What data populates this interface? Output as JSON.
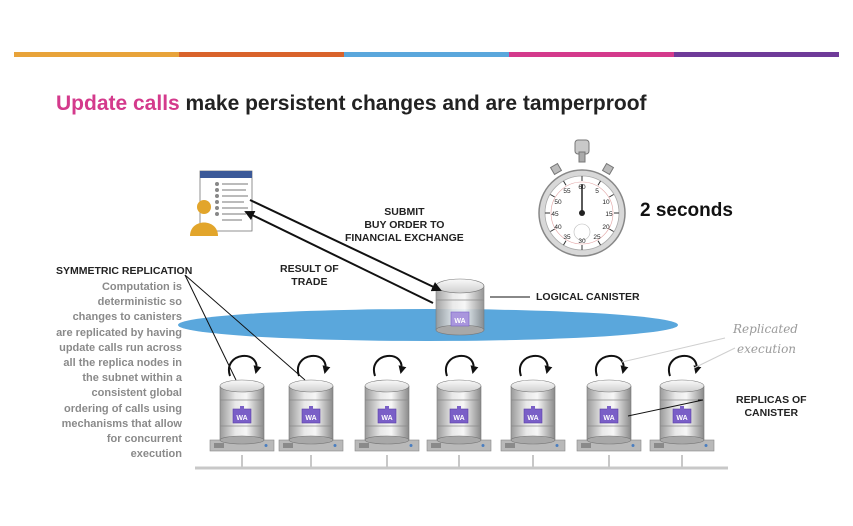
{
  "title": {
    "highlight": "Update calls",
    "rest": " make persistent changes and are tamperproof",
    "highlight_color": "#d43a8c"
  },
  "topbar_colors": [
    "#e8a33a",
    "#d9632b",
    "#5aa7dc",
    "#d43a8c",
    "#6f3b99"
  ],
  "labels": {
    "submit_line1": "SUBMIT",
    "submit_line2": "BUY ORDER TO",
    "submit_line3": "FINANCIAL EXCHANGE",
    "result_line1": "RESULT OF",
    "result_line2": "TRADE",
    "logical_canister": "LOGICAL CANISTER",
    "symmetric_replication": "SYMMETRIC REPLICATION",
    "replicas_line1": "REPLICAS OF",
    "replicas_line2": "CANISTER",
    "replicated_line1": "Replicated",
    "replicated_line2": "execution",
    "two_seconds": "2 seconds"
  },
  "description": "Computation is deterministic so changes to canisters are replicated by having update calls run across all the replica nodes in the subnet within a consistent global ordering of calls using mechanisms that allow for concurrent execution",
  "canister_badge": "WA",
  "ellipse_color": "#5aa7dc",
  "badge_color": "#7a5fc7",
  "stopwatch_numbers": [
    "60",
    "5",
    "10",
    "15",
    "20",
    "25",
    "30",
    "35",
    "40",
    "45",
    "50",
    "55"
  ]
}
